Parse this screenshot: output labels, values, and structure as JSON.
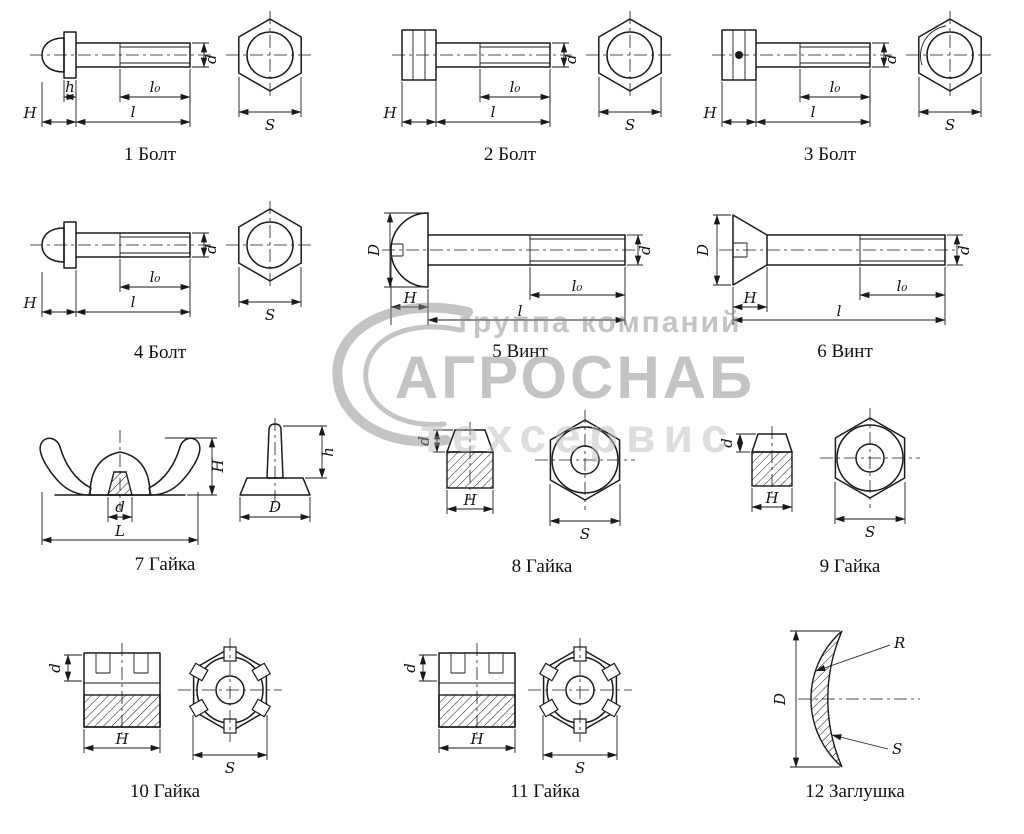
{
  "page": {
    "background": "#ffffff"
  },
  "figures": [
    {
      "caption": "1 Болт"
    },
    {
      "caption": "2 Болт"
    },
    {
      "caption": "3 Болт"
    },
    {
      "caption": "4 Болт"
    },
    {
      "caption": "5 Винт"
    },
    {
      "caption": "6 Винт"
    },
    {
      "caption": "7 Гайка"
    },
    {
      "caption": "8 Гайка"
    },
    {
      "caption": "9 Гайка"
    },
    {
      "caption": "10 Гайка"
    },
    {
      "caption": "11 Гайка"
    },
    {
      "caption": "12 Заглушка"
    }
  ],
  "labels": {
    "d": "d",
    "h": "h",
    "l0": "l₀",
    "H": "H",
    "l": "l",
    "S": "S",
    "D": "D",
    "L": "L",
    "R": "R"
  },
  "watermark": {
    "line1": "группа компаний",
    "line2": "АГРОСНАБ",
    "line3": "техсервис",
    "color": "#8a8a8a"
  },
  "line_color": "#1a1a1a"
}
